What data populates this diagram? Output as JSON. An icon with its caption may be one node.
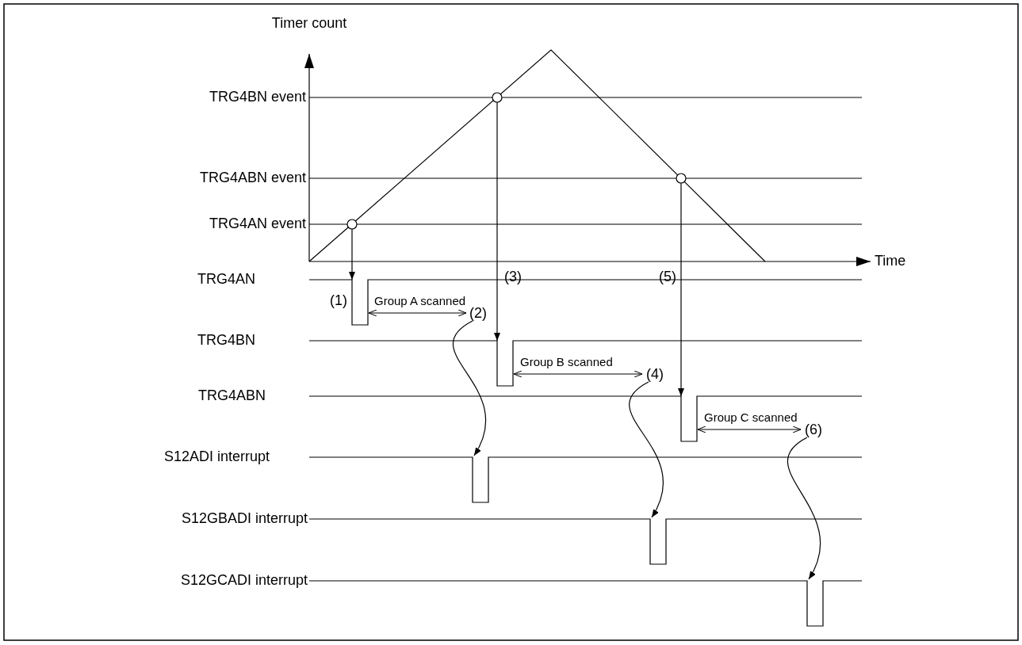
{
  "diagram": {
    "labels": [
      "Timer count",
      "TRG4BN event",
      "TRG4ABN event",
      "TRG4AN event",
      "Time",
      "TRG4AN",
      "(1)",
      "Group A scanned",
      "(2)",
      "(3)",
      "(5)",
      "TRG4BN",
      "Group B scanned",
      "(4)",
      "TRG4ABN",
      "Group C scanned",
      "(6)",
      "S12ADI interrupt",
      "S12GBADI interrupt",
      "S12GCADI interrupt"
    ]
  }
}
